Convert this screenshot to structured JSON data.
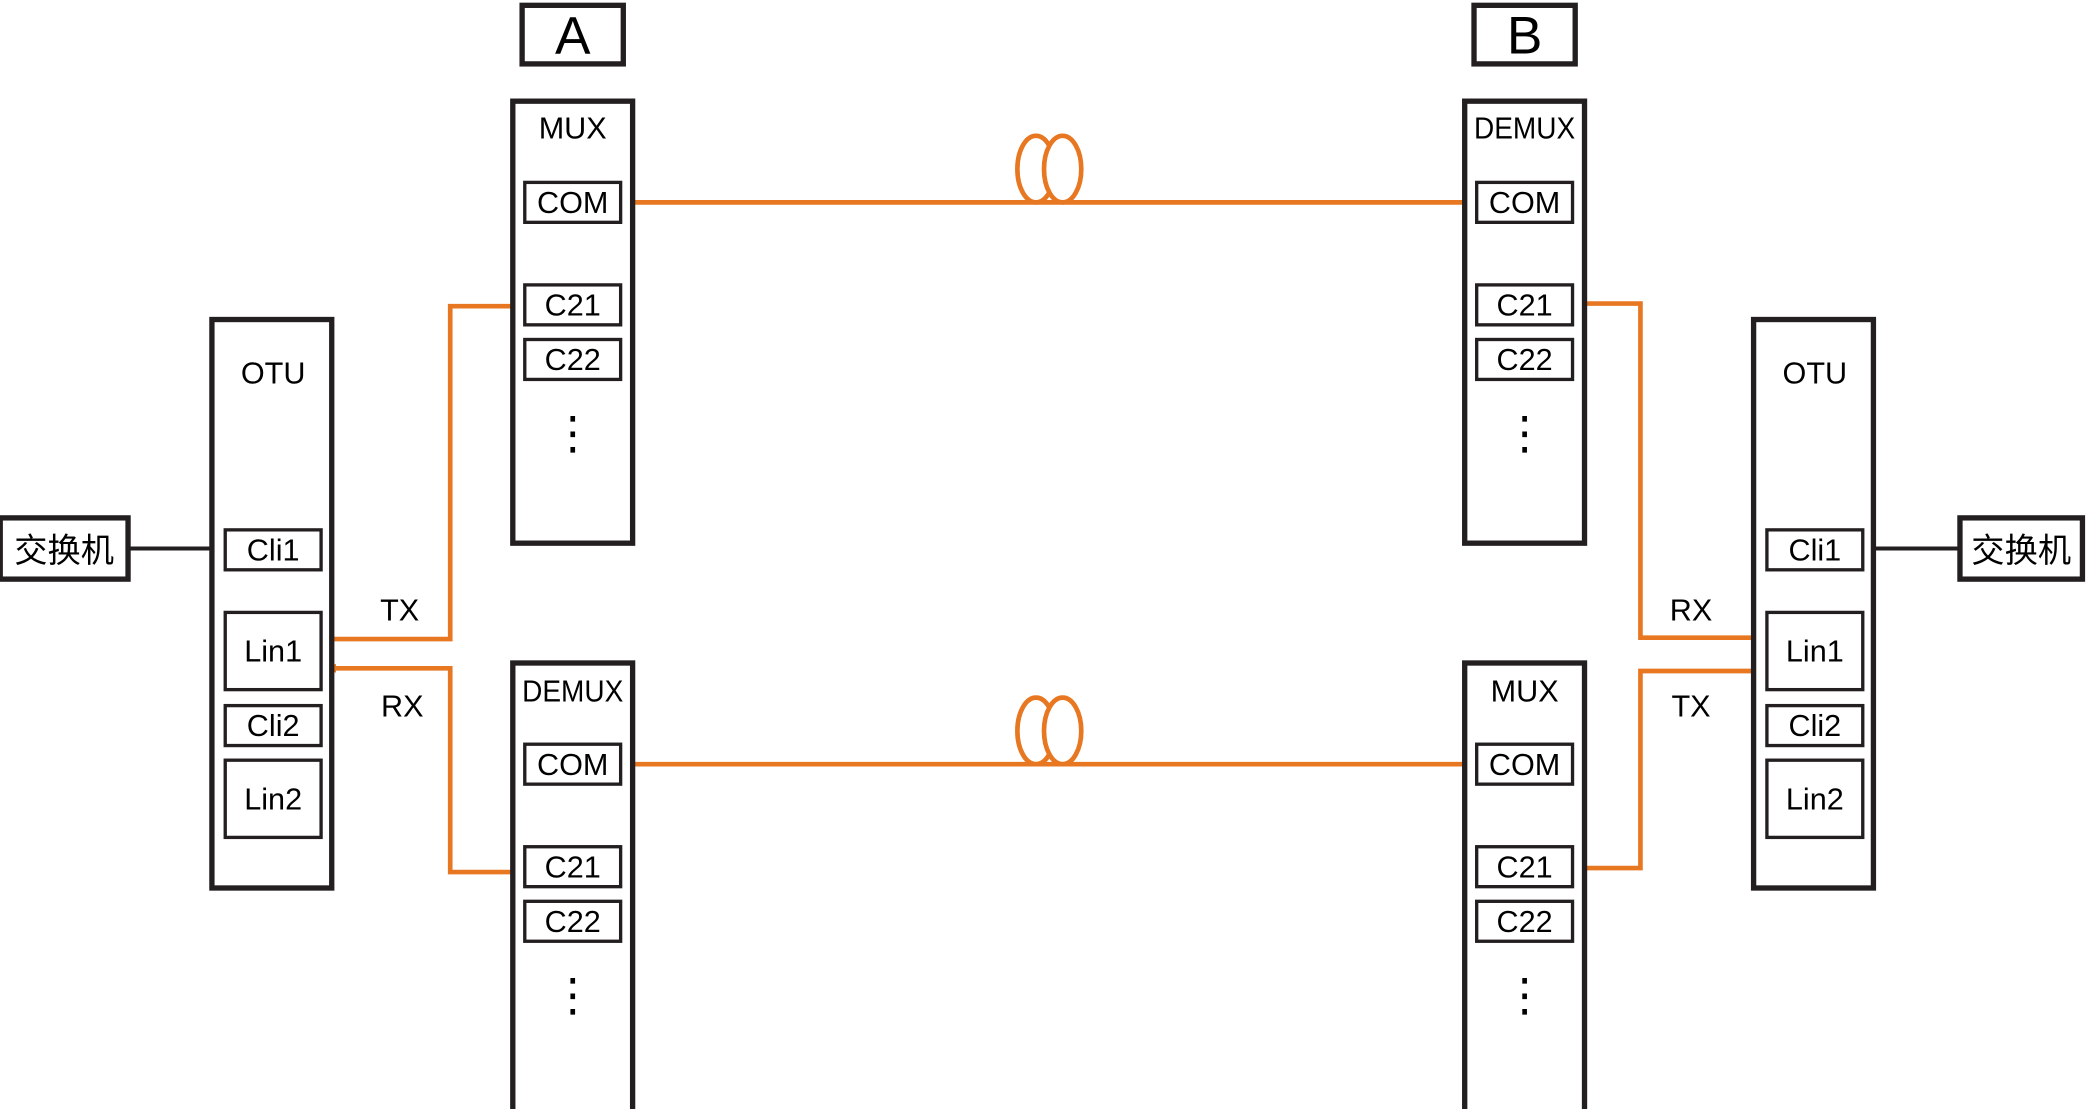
{
  "sites": {
    "a": {
      "label": "A"
    },
    "b": {
      "label": "B"
    }
  },
  "switch_label": "交换机",
  "otu": {
    "title": "OTU",
    "ports": [
      "Cli1",
      "Lin1",
      "Cli2",
      "Lin2"
    ]
  },
  "mux_title": "MUX",
  "demux_title": "DEMUX",
  "com_port": "COM",
  "channels": [
    "C21",
    "C22"
  ],
  "ellipsis": "⋮",
  "signal_labels": {
    "tx": "TX",
    "rx": "RX"
  },
  "colors": {
    "fiber": "#e87722",
    "box_stroke": "#231f20",
    "background": "#ffffff"
  }
}
